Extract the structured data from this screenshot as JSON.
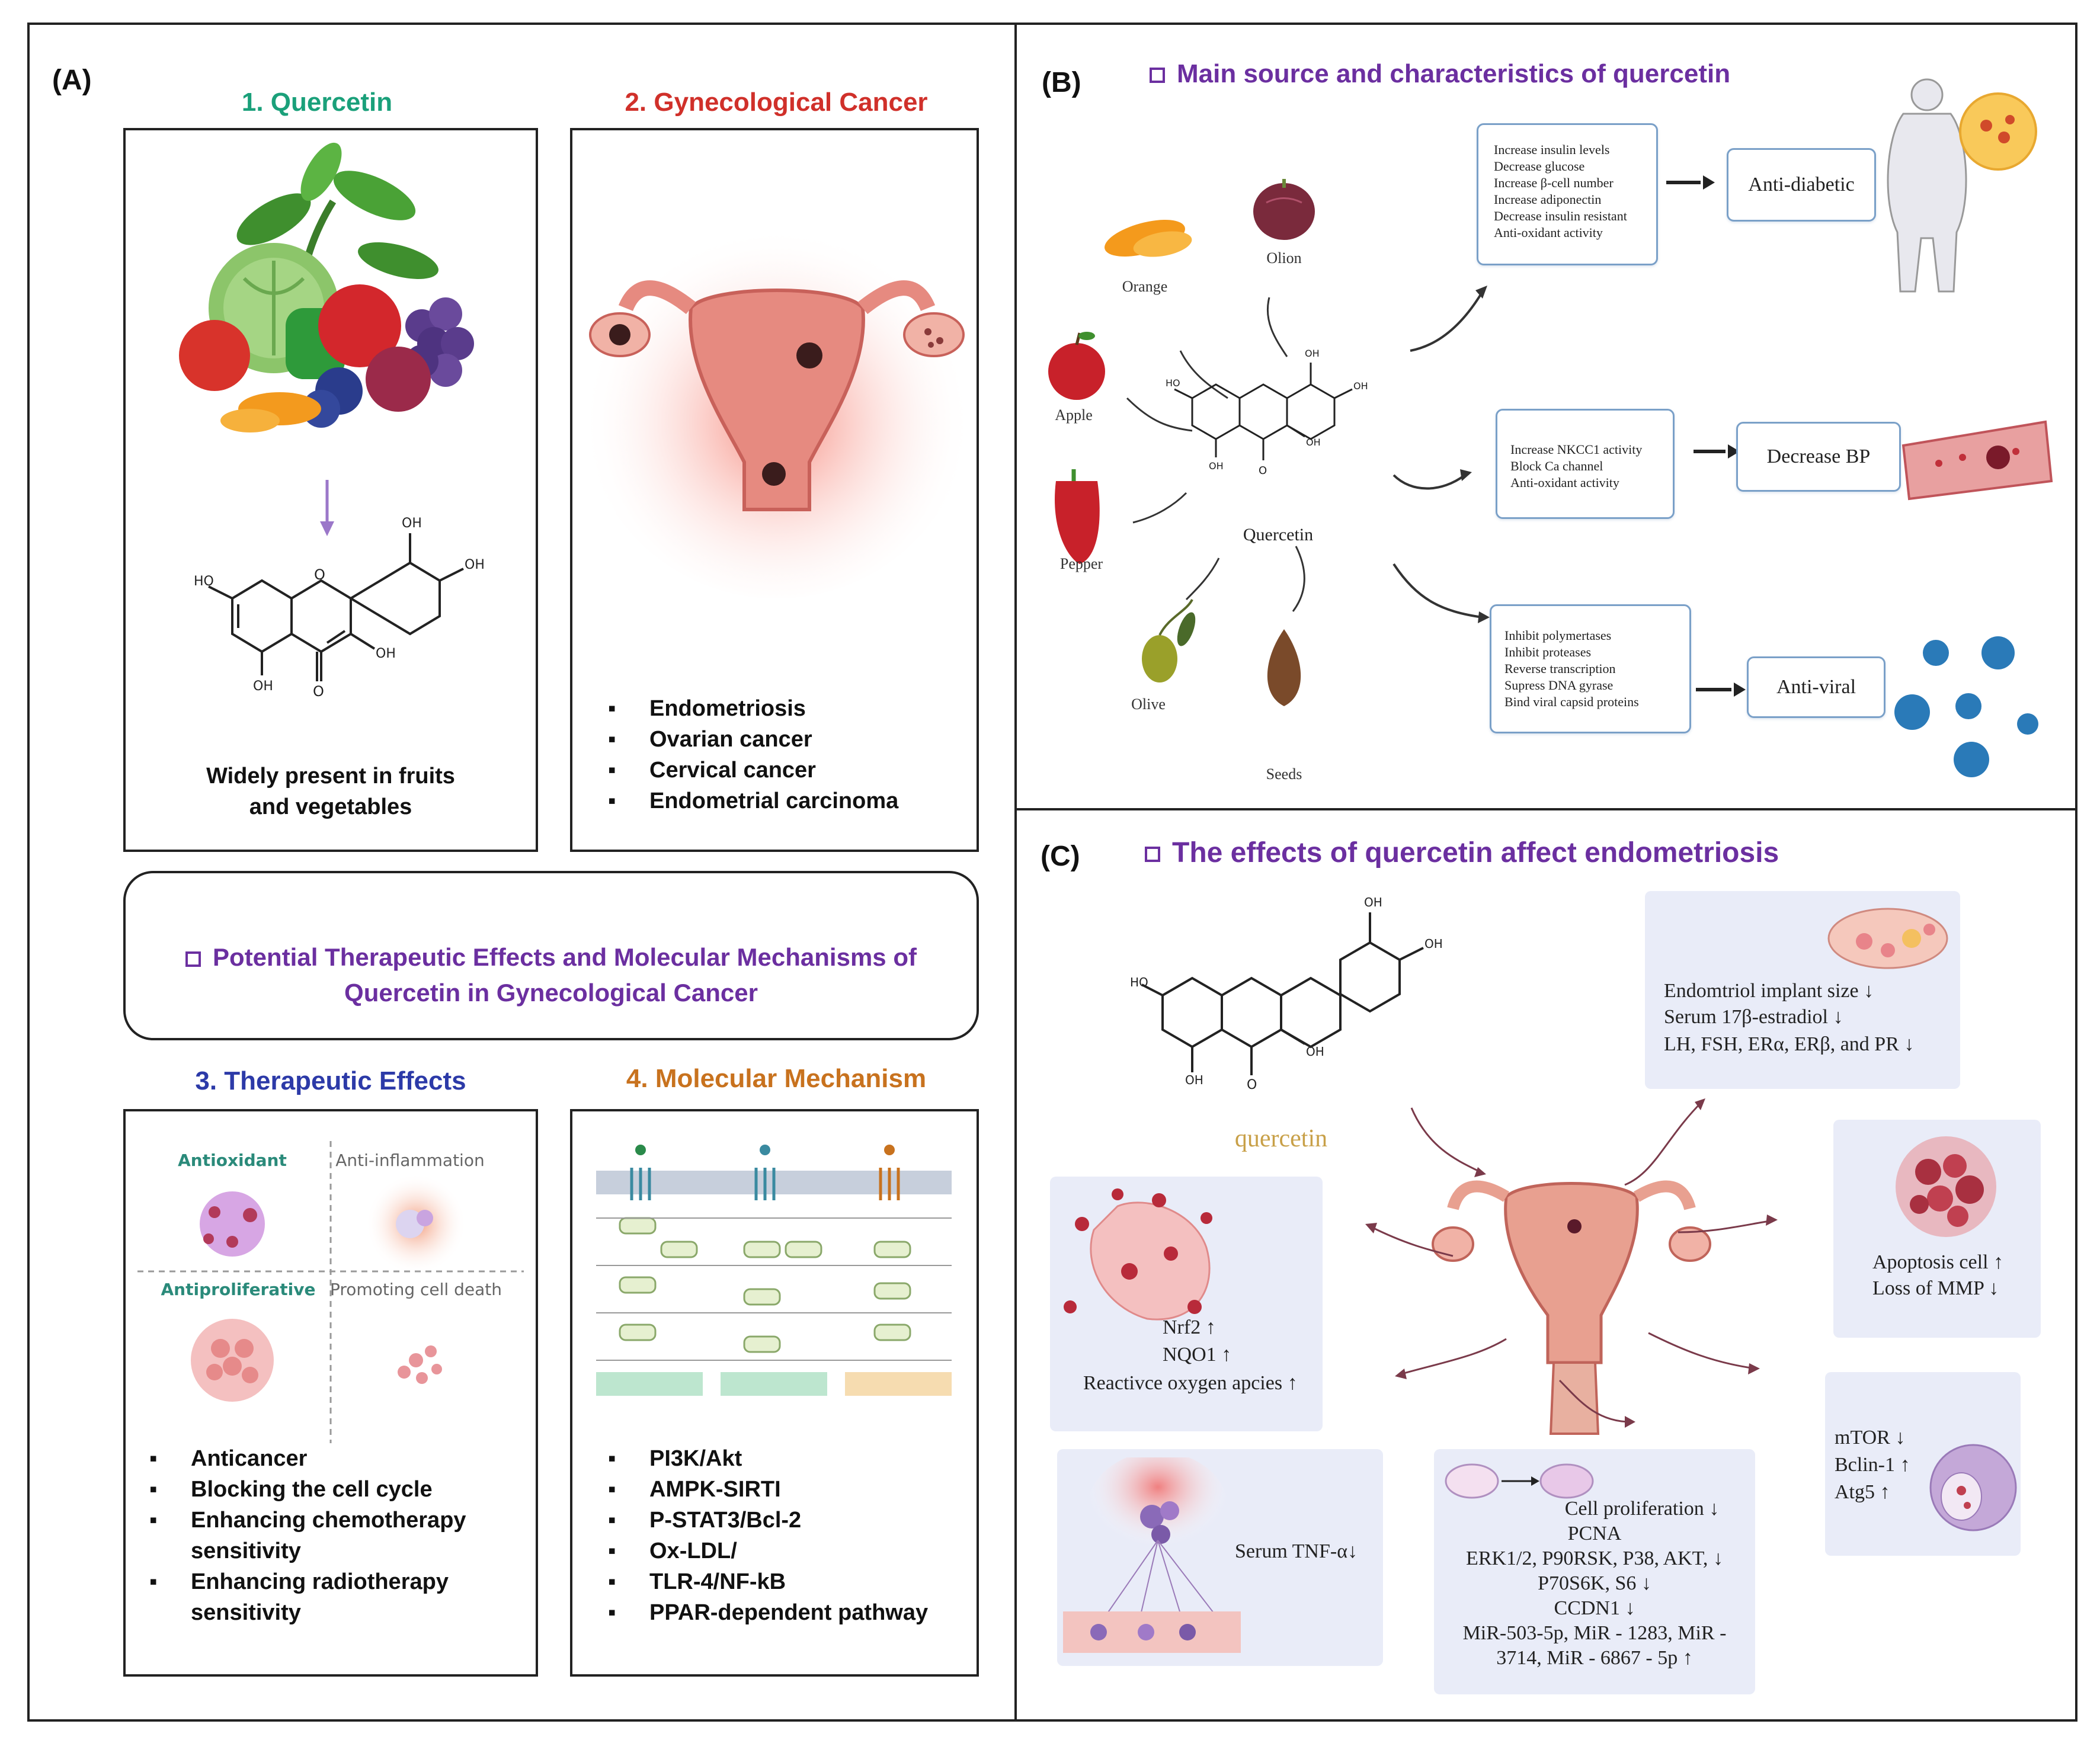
{
  "panels": {
    "a": {
      "label": "(A)",
      "quercetin": {
        "title": "1. Quercetin",
        "caption_l1": "Widely present in fruits",
        "caption_l2": "and vegetables",
        "title_color": "#1aa07a"
      },
      "cancer": {
        "title": "2. Gynecological Cancer",
        "title_color": "#d0302a",
        "items": [
          "Endometriosis",
          "Ovarian cancer",
          "Cervical cancer",
          "Endometrial carcinoma"
        ]
      },
      "banner": {
        "line1": "Potential Therapeutic Effects and Molecular Mechanisms of",
        "line2": "Quercetin in Gynecological Cancer",
        "color": "#6b2fa0"
      },
      "therapeutic": {
        "title": "3. Therapeutic Effects",
        "title_color": "#2c3aa8",
        "quadrants": [
          "Antioxidant",
          "Anti-inflammation",
          "Antiproliferative",
          "Promoting cell death"
        ],
        "items": [
          "Anticancer",
          "Blocking the cell cycle",
          "Enhancing chemotherapy",
          "Enhancing radiotherapy"
        ],
        "item_cont": [
          "",
          "",
          "sensitivity",
          "sensitivity"
        ]
      },
      "mechanism": {
        "title": "4. Molecular Mechanism",
        "title_color": "#c8721e",
        "items": [
          "PI3K/Akt",
          "AMPK-SIRTI",
          "P-STAT3/Bcl-2",
          "Ox-LDL/",
          "TLR-4/NF-kB",
          "PPAR-dependent pathway"
        ]
      }
    },
    "b": {
      "label": "(B)",
      "title": "Main source and characteristics of quercetin",
      "title_color": "#6b2fa0",
      "sources": [
        "Orange",
        "Olion",
        "Apple",
        "Pepper",
        "Olive",
        "Seeds"
      ],
      "center": "Quercetin",
      "effects": [
        {
          "lines": [
            "Increase insulin levels",
            "Decrease glucose",
            "Increase β-cell number",
            "Increase adiponectin",
            "Decrease insulin resistant",
            "Anti-oxidant activity"
          ],
          "result": "Anti-diabetic"
        },
        {
          "lines": [
            "Increase NKCC1 activity",
            "Block Ca channel",
            "Anti-oxidant activity"
          ],
          "result": "Decrease BP"
        },
        {
          "lines": [
            "Inhibit polymertases",
            "Inhibit proteases",
            "Reverse transcription",
            "Supress DNA gyrase",
            "Bind viral capsid proteins"
          ],
          "result": "Anti-viral"
        }
      ]
    },
    "c": {
      "label": "(C)",
      "title": "The effects of quercetin affect endometriosis",
      "title_color": "#6b2fa0",
      "center_label": "quercetin",
      "center_color": "#c8a048",
      "hormone": [
        "Endomtriol implant size",
        "Serum 17β-estradiol",
        "LH, FSH, ERα, ERβ, and PR"
      ],
      "apoptosis": [
        "Apoptosis cell",
        "Loss of MMP"
      ],
      "oxidative": [
        "Nrf2",
        "NQO1",
        "Reactivce oxygen apcies"
      ],
      "autophagy": [
        "mTOR",
        "Bclin-1",
        "Atg5"
      ],
      "inflammation": "Serum TNF-α",
      "proliferation": [
        "Cell proliferation",
        "PCNA",
        "ERK1/2, P90RSK, P38, AKT,",
        "P70S6K, S6",
        "CCDN1",
        "MiR-503-5p, MiR - 1283, MiR -",
        "3714, MiR - 6867 - 5p"
      ]
    }
  }
}
